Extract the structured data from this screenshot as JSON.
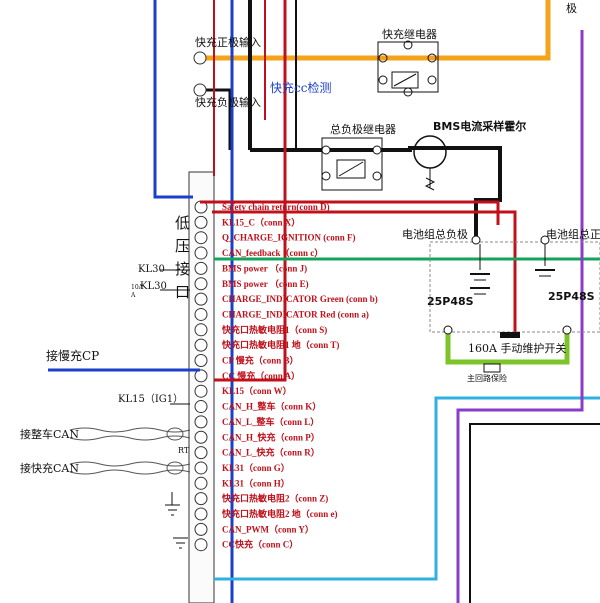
{
  "header": {
    "fast_pos_input": "快充正极输入",
    "fast_neg_input": "快充负极输入",
    "fast_cc_detect": "快充cc检测",
    "fast_relay": "快充继电器",
    "main_neg_relay": "总负极继电器",
    "bms_hall": "BMS电流采样霍尔",
    "top_right_char": "极"
  },
  "connector": {
    "vertical_label": [
      "低",
      "压",
      "接",
      "口"
    ]
  },
  "pins": [
    "Safety chain return(conn D)",
    "KL15_C（conn X）",
    "Q_CHARGE_IGNITION (conn F)",
    "CAN_feedback（conn c）",
    "BMS power （conn J)",
    "BMS power （conn E)",
    "CHARGE_INDICATOR Green (conn b)",
    "CHARGE_INDICATOR Red (conn a)",
    "快充口热敏电阻1（conn S)",
    "快充口热敏电阻1 地（conn T)",
    "CP 慢充（conn B）",
    "CC 慢充（conn A）",
    "KL15（conn W）",
    "CAN_H_整车（conn K）",
    "CAN_L_整车（conn L）",
    "CAN_H_快充（conn P）",
    "CAN_L_快充（conn R）",
    "KL31（conn G）",
    "KL31（conn H）",
    "快充口热敏电阻2（conn Z)",
    "快充口热敏电阻2 地（conn e)",
    "CAN_PWM（conn Y）",
    "CC快充（conn C）"
  ],
  "left": {
    "kl30_a": "KL30",
    "kl30_b": "KL30",
    "fuse_10a": "10A",
    "fuse_a": "A",
    "slow_cp": "接慢充CP",
    "kl15_ig1": "KL15（IG1）",
    "vehicle_can": "接整车CAN",
    "fast_can": "接快充CAN",
    "rt": "RT"
  },
  "battery": {
    "total_neg": "电池组总负极",
    "total_pos": "电池组总正",
    "pack_left": "25P48S",
    "pack_right": "25P48S",
    "service_switch": "160A 手动维护开关",
    "main_fuse": "主回路保险"
  },
  "colors": {
    "orange": "#f5a31a",
    "blue": "#1a3fc8",
    "red": "#c0101a",
    "green": "#14a35a",
    "cyan": "#2fb0e0",
    "purple": "#8a3cc8",
    "lime": "#7cc42a"
  }
}
